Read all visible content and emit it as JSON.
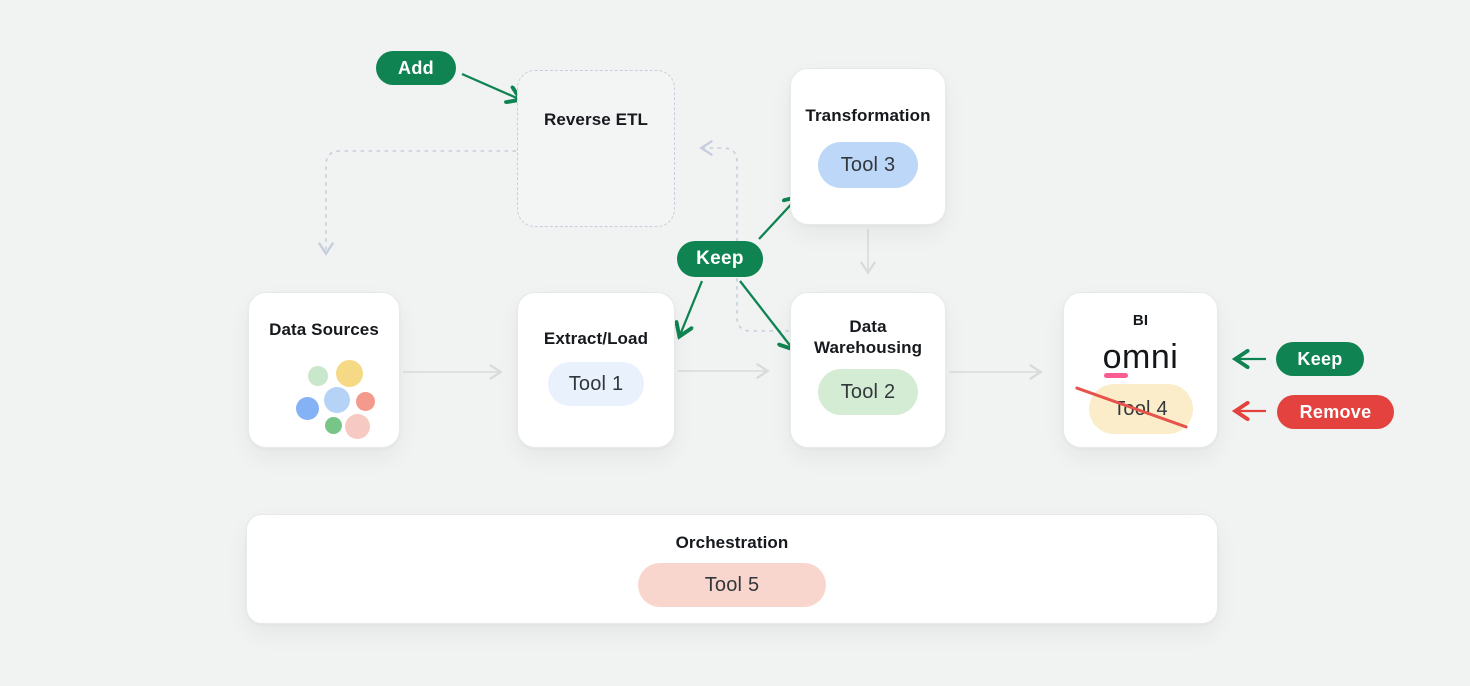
{
  "colors": {
    "background": "#f1f3f2",
    "accent_green": "#0f8452",
    "accent_red": "#e3423e",
    "dashed_line": "#c6cede",
    "gray_arrow": "#d8dadc",
    "box_bg": "#ffffff",
    "box_border": "#e7e9eb",
    "title_color": "#16191d",
    "pill_text": "#32373c",
    "pill_tool1_bg": "#e9f1fd",
    "pill_tool2_bg": "#d3ecd3",
    "pill_tool3_bg": "#bdd7f8",
    "pill_tool4_bg": "#fbedca",
    "pill_tool5_bg": "#f9d6cd",
    "omni_underline": "#fa5c93",
    "strikethrough": "#e5534b"
  },
  "badges": {
    "add": {
      "label": "Add"
    },
    "keep_center": {
      "label": "Keep"
    },
    "keep_right": {
      "label": "Keep"
    },
    "remove": {
      "label": "Remove"
    }
  },
  "boxes": {
    "reverse_etl": {
      "title": "Reverse ETL",
      "style": "dashed-proposed"
    },
    "transformation": {
      "title": "Transformation",
      "tool": "Tool 3"
    },
    "data_sources": {
      "title": "Data Sources",
      "icon": "colored-dots-cluster",
      "icon_colors": [
        "#c9e7cb",
        "#f6d984",
        "#b5d2f7",
        "#f49a8c",
        "#85b1f5",
        "#77c687",
        "#f6c9c2"
      ]
    },
    "extract_load": {
      "title": "Extract/Load",
      "tool": "Tool 1"
    },
    "data_warehousing": {
      "title": "Data Warehousing",
      "tool": "Tool 2"
    },
    "bi": {
      "title": "BI",
      "logo": "omni",
      "tool": "Tool 4",
      "tool_removed": true
    },
    "orchestration": {
      "title": "Orchestration",
      "tool": "Tool 5"
    }
  },
  "connectors": {
    "solid_gray": [
      "data-sources to extract-load",
      "extract-load to data-warehousing",
      "data-warehousing to bi",
      "transformation to data-warehousing"
    ],
    "dashed": [
      "reverse-etl to data-sources",
      "data-warehousing to reverse-etl"
    ],
    "green": [
      "add-badge to reverse-etl",
      "keep-badge to transformation",
      "keep-badge to extract-load",
      "keep-badge to data-warehousing",
      "keep-right-badge to bi"
    ],
    "red": [
      "remove-badge to bi-tool4"
    ]
  }
}
